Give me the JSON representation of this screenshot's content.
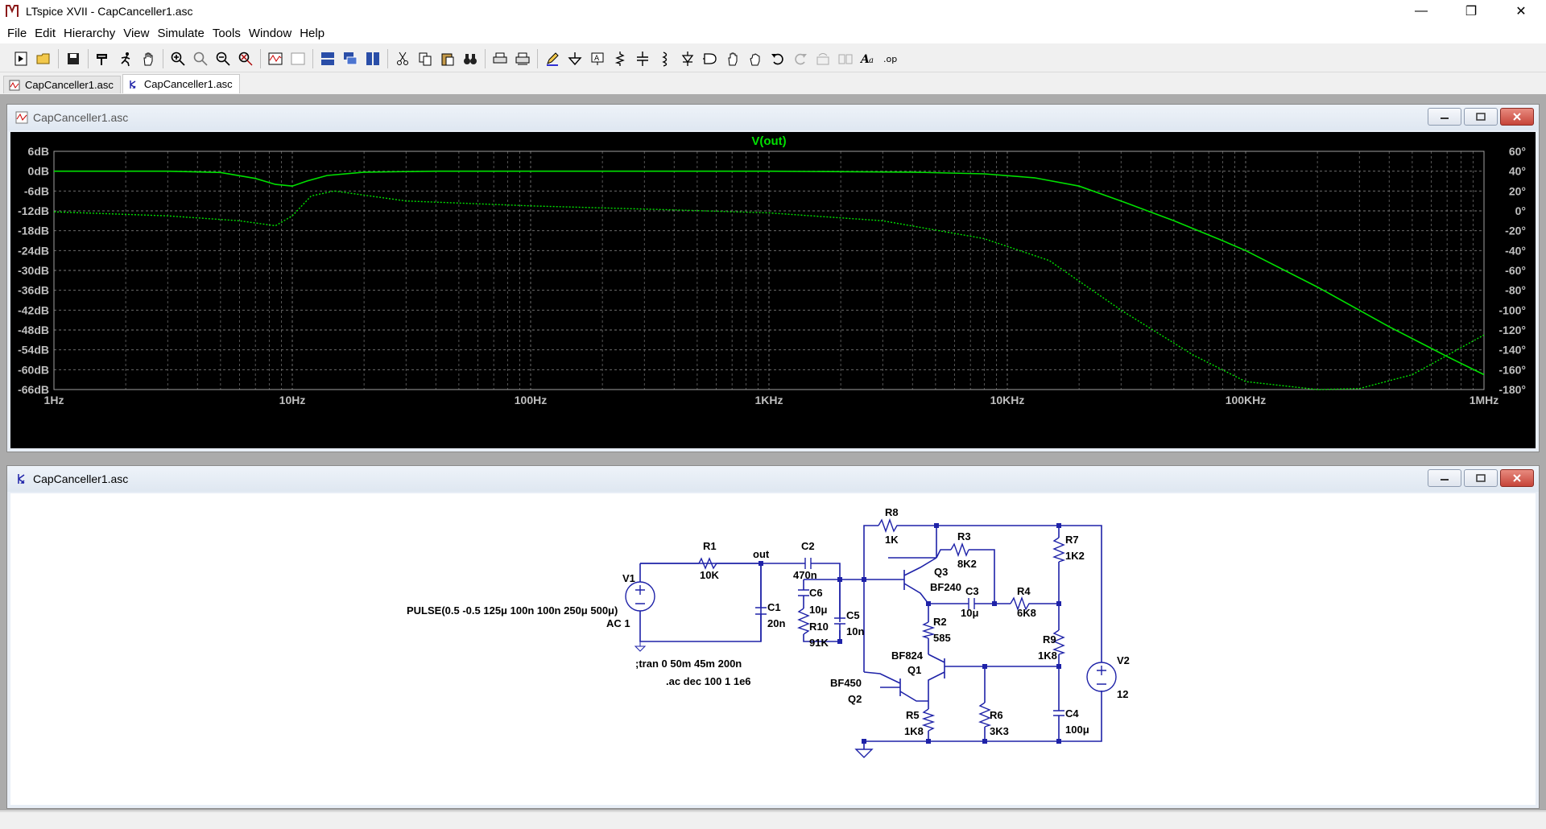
{
  "window": {
    "title": "LTspice XVII - CapCanceller1.asc",
    "min": "—",
    "max": "❐",
    "close": "✕"
  },
  "menu": [
    "File",
    "Edit",
    "Hierarchy",
    "View",
    "Simulate",
    "Tools",
    "Window",
    "Help"
  ],
  "tabs": [
    {
      "label": "CapCanceller1.asc",
      "kind": "waveform"
    },
    {
      "label": "CapCanceller1.asc",
      "kind": "schematic"
    }
  ],
  "plot_window": {
    "title": "CapCanceller1.asc"
  },
  "schematic_window": {
    "title": "CapCanceller1.asc"
  },
  "colors": {
    "trace": "#00e000",
    "grid": "#7a7a7a",
    "wire": "#1e22a8",
    "plot_bg": "#000000"
  },
  "chart_data": {
    "type": "line",
    "title": "V(out)",
    "xscale": "log",
    "xlim": [
      1,
      1000000
    ],
    "ylim_left": [
      -66,
      6
    ],
    "ylim_right": [
      -180,
      60
    ],
    "x_ticks": [
      {
        "v": 1,
        "label": "1Hz"
      },
      {
        "v": 10,
        "label": "10Hz"
      },
      {
        "v": 100,
        "label": "100Hz"
      },
      {
        "v": 1000,
        "label": "1KHz"
      },
      {
        "v": 10000,
        "label": "10KHz"
      },
      {
        "v": 100000,
        "label": "100KHz"
      },
      {
        "v": 1000000,
        "label": "1MHz"
      }
    ],
    "y_left_ticks": [
      "6dB",
      "0dB",
      "-6dB",
      "-12dB",
      "-18dB",
      "-24dB",
      "-30dB",
      "-36dB",
      "-42dB",
      "-48dB",
      "-54dB",
      "-60dB",
      "-66dB"
    ],
    "y_right_ticks": [
      "60°",
      "40°",
      "20°",
      "0°",
      "-20°",
      "-40°",
      "-60°",
      "-80°",
      "-100°",
      "-120°",
      "-140°",
      "-160°",
      "-180°"
    ],
    "grid": true,
    "series": [
      {
        "type": "magnitude",
        "axis": "left",
        "points": [
          [
            1,
            0
          ],
          [
            3,
            0
          ],
          [
            5,
            -0.4
          ],
          [
            7,
            -2.2
          ],
          [
            8.5,
            -4
          ],
          [
            10,
            -4.5
          ],
          [
            11.5,
            -3
          ],
          [
            14,
            -1.3
          ],
          [
            20,
            -0.3
          ],
          [
            40,
            0
          ],
          [
            200,
            0
          ],
          [
            1000,
            0
          ],
          [
            4000,
            -0.3
          ],
          [
            8000,
            -0.8
          ],
          [
            13000,
            -2
          ],
          [
            20000,
            -4.5
          ],
          [
            30000,
            -9
          ],
          [
            50000,
            -15
          ],
          [
            80000,
            -21
          ],
          [
            100000,
            -24
          ],
          [
            200000,
            -35
          ],
          [
            400000,
            -47
          ],
          [
            700000,
            -56
          ],
          [
            1000000,
            -61.5
          ]
        ]
      },
      {
        "type": "phase",
        "axis": "right",
        "points": [
          [
            1,
            -1
          ],
          [
            3,
            -5
          ],
          [
            6,
            -10
          ],
          [
            8.5,
            -15
          ],
          [
            10,
            -5
          ],
          [
            12,
            15
          ],
          [
            15,
            20
          ],
          [
            30,
            10
          ],
          [
            100,
            5
          ],
          [
            400,
            1
          ],
          [
            1000,
            -2
          ],
          [
            3000,
            -10
          ],
          [
            8000,
            -28
          ],
          [
            15000,
            -50
          ],
          [
            30000,
            -100
          ],
          [
            60000,
            -145
          ],
          [
            100000,
            -172
          ],
          [
            200000,
            -180
          ],
          [
            300000,
            -179
          ],
          [
            500000,
            -165
          ],
          [
            1000000,
            -125
          ]
        ]
      }
    ]
  },
  "schematic": {
    "labels": [
      {
        "id": "v1",
        "text": "V1"
      },
      {
        "id": "pulse",
        "text": "PULSE(0.5 -0.5 125μ 100n 100n 250μ 500μ)"
      },
      {
        "id": "ac",
        "text": "AC 1"
      },
      {
        "id": "r1",
        "text": "R1"
      },
      {
        "id": "r1v",
        "text": "10K"
      },
      {
        "id": "out",
        "text": "out"
      },
      {
        "id": "c1",
        "text": "C1"
      },
      {
        "id": "c1v",
        "text": "20n"
      },
      {
        "id": "c2",
        "text": "C2"
      },
      {
        "id": "c2v",
        "text": "470n"
      },
      {
        "id": "c6",
        "text": "C6"
      },
      {
        "id": "c6v",
        "text": "10μ"
      },
      {
        "id": "r10",
        "text": "R10"
      },
      {
        "id": "r10v",
        "text": "91K"
      },
      {
        "id": "c5",
        "text": "C5"
      },
      {
        "id": "c5v",
        "text": "10n"
      },
      {
        "id": "r8",
        "text": "R8"
      },
      {
        "id": "r8v",
        "text": "1K"
      },
      {
        "id": "q3",
        "text": "Q3"
      },
      {
        "id": "q3m",
        "text": "BF240"
      },
      {
        "id": "r3",
        "text": "R3"
      },
      {
        "id": "r3v",
        "text": "8K2"
      },
      {
        "id": "c3",
        "text": "C3"
      },
      {
        "id": "c3v",
        "text": "10μ"
      },
      {
        "id": "r4",
        "text": "R4"
      },
      {
        "id": "r4v",
        "text": "6K8"
      },
      {
        "id": "r7",
        "text": "R7"
      },
      {
        "id": "r7v",
        "text": "1K2"
      },
      {
        "id": "r2",
        "text": "R2"
      },
      {
        "id": "r2v",
        "text": "585"
      },
      {
        "id": "r9",
        "text": "R9"
      },
      {
        "id": "r9v",
        "text": "1K8"
      },
      {
        "id": "v2",
        "text": "V2"
      },
      {
        "id": "v2v",
        "text": "12"
      },
      {
        "id": "q1m",
        "text": "BF824"
      },
      {
        "id": "q1",
        "text": "Q1"
      },
      {
        "id": "q2m",
        "text": "BF450"
      },
      {
        "id": "q2",
        "text": "Q2"
      },
      {
        "id": "r5",
        "text": "R5"
      },
      {
        "id": "r5v",
        "text": "1K8"
      },
      {
        "id": "r6",
        "text": "R6"
      },
      {
        "id": "r6v",
        "text": "3K3"
      },
      {
        "id": "c4",
        "text": "C4"
      },
      {
        "id": "c4v",
        "text": "100μ"
      },
      {
        "id": "tran",
        "text": ";tran 0 50m 45m 200n"
      },
      {
        "id": "acdir",
        "text": ".ac dec 100 1 1e6"
      }
    ]
  }
}
